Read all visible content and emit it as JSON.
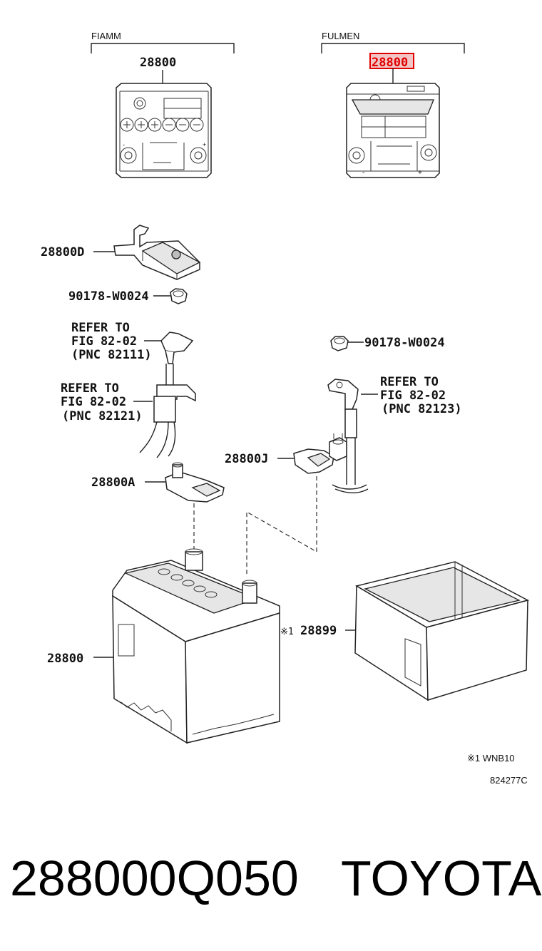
{
  "brands": {
    "left": "FIAMM",
    "right": "FULMEN"
  },
  "callouts": {
    "fiamm_battery": "28800",
    "fulmen_battery": "28800",
    "terminal_cover": "28800D",
    "nut_top": "90178-W0024",
    "nut_right": "90178-W0024",
    "positive_clamp": "28800A",
    "negative_clamp": "28800J",
    "main_battery": "28800",
    "battery_tray_mark": "※1",
    "battery_tray": "28899"
  },
  "references": {
    "ref1": {
      "line1": "REFER TO",
      "line2": "FIG  82-02",
      "line3": "(PNC 82111)"
    },
    "ref2": {
      "line1": "REFER TO",
      "line2": "FIG  82-02",
      "line3": "(PNC 82121)"
    },
    "ref3": {
      "line1": "REFER TO",
      "line2": "FIG  82-02",
      "line3": "(PNC 82123)"
    }
  },
  "notes": {
    "footnote": "※1 WNB10",
    "diagram_code": "824277C"
  },
  "footer": {
    "part_number": "288000Q050",
    "brand": "TOYOTA"
  },
  "colors": {
    "highlight": "#e00000",
    "ink": "#222222"
  }
}
